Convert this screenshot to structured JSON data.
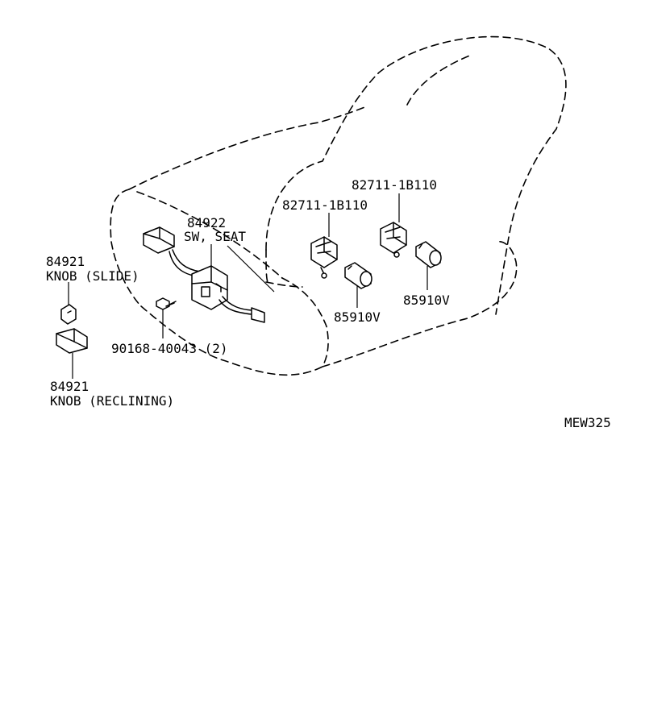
{
  "labels": {
    "switch_part_no": "84922",
    "switch_name": "SW, SEAT",
    "knob_slide_part_no": "84921",
    "knob_slide_name": "KNOB (SLIDE)",
    "knob_recline_part_no": "84921",
    "knob_recline_name": "KNOB (RECLINING)",
    "screw_part_no": "90168-40043 (2)",
    "clip_left_part_no": "82711-1B110",
    "clip_right_part_no": "82711-1B110",
    "socket_left_part_no": "85910V",
    "socket_right_part_no": "85910V",
    "figure_code": "MEW325"
  }
}
